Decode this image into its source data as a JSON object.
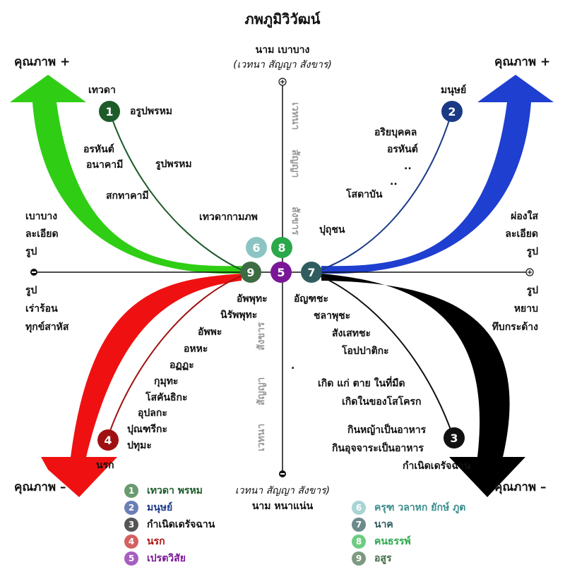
{
  "title": "ภพภูมิวิวัฒน์",
  "quality_plus": "คุณภาพ +",
  "quality_minus": "คุณภาพ –",
  "top_axis": {
    "line1": "นาม เบาบาง",
    "line2": "(เวทนา สัญญา สังขาร)"
  },
  "bottom_axis": {
    "line1": "เวทนา สัญญา สังขาร)",
    "line2": "นาม หนาแน่น"
  },
  "vertical_labels_top": [
    "เวทนา",
    "สัญญา",
    "สังขาร"
  ],
  "vertical_labels_bottom": [
    "สังขาร",
    "สัญญา",
    "เวทนา"
  ],
  "left_top_side": [
    "เบาบาง",
    "ละเอียด",
    "รูป"
  ],
  "right_top_side": [
    "ผ่องใส",
    "ละเอียด",
    "รูป"
  ],
  "left_bottom_side": [
    "รูป",
    "เร่าร้อน",
    "ทุกข์สาหัส"
  ],
  "right_bottom_side": [
    "รูป",
    "หยาบ",
    "ทึบกระด้าง"
  ],
  "deva_branch": {
    "name": "เทวดา",
    "items": [
      "อรูปพรหม",
      "อรหันต์",
      "อนาคามี",
      "รูปพรหม",
      "สกทาคามี",
      "เทวดากามภพ"
    ]
  },
  "human_branch": {
    "name": "มนุษย์",
    "items": [
      "อริยบุคคล",
      "อรหันต์",
      "..",
      "..",
      "โสดาบัน",
      "ปุถุชน"
    ]
  },
  "hell_branch": {
    "name": "นรก",
    "items": [
      "อัพพุทะ",
      "นิรัพพุทะ",
      "อัพพะ",
      "อหหะ",
      "อฏฏะ",
      "กุมุทะ",
      "โสคันธิกะ",
      "อุปลกะ",
      "ปุณฑรีกะ",
      "ปทุมะ"
    ]
  },
  "animal_branch": {
    "name": "กำเนิดเดรัจฉาน",
    "items": [
      "อัญฑชะ",
      "ชลาพุชะ",
      "สังเสทชะ",
      "โอปปาติกะ",
      "เกิด แก่ ตาย ในที่มืด",
      "เกิดในของโสโครก",
      "กินหญ้าเป็นอาหาร",
      "กินอุจจาระเป็นอาหาร"
    ]
  },
  "nodes": [
    {
      "num": "1",
      "color": "#1d5b2a"
    },
    {
      "num": "2",
      "color": "#1a3a86"
    },
    {
      "num": "3",
      "color": "#111111"
    },
    {
      "num": "4",
      "color": "#a01010"
    },
    {
      "num": "5",
      "color": "#7a1797"
    },
    {
      "num": "6",
      "color": "#8cc4c4"
    },
    {
      "num": "7",
      "color": "#2f5c5e"
    },
    {
      "num": "8",
      "color": "#2aa84a"
    },
    {
      "num": "9",
      "color": "#3d6b44"
    }
  ],
  "colors": {
    "arrow_green": "#2fce14",
    "arrow_blue": "#1e3fd0",
    "arrow_red": "#ef1111",
    "arrow_black": "#000000"
  },
  "legend_left": [
    {
      "num": "1",
      "label": "เทวดา พรหม",
      "dot": "#6a9a6f",
      "text_color": "#1d5b2a"
    },
    {
      "num": "2",
      "label": "มนุษย์",
      "dot": "#6b7fb6",
      "text_color": "#1a3a86"
    },
    {
      "num": "3",
      "label": "กำเนิดเดรัจฉาน",
      "dot": "#555555",
      "text_color": "#111111"
    },
    {
      "num": "4",
      "label": "นรก",
      "dot": "#d46060",
      "text_color": "#b01010"
    },
    {
      "num": "5",
      "label": "เปรตวิสัย",
      "dot": "#a65ec0",
      "text_color": "#7a1797"
    }
  ],
  "legend_right": [
    {
      "num": "6",
      "label": "ครุฑ วลาหก ยักษ์ ภูต",
      "dot": "#a8d4d4",
      "text_color": "#3d8e8e"
    },
    {
      "num": "7",
      "label": "นาค",
      "dot": "#6d8a8c",
      "text_color": "#2f5c5e"
    },
    {
      "num": "8",
      "label": "คนธรรพ์",
      "dot": "#6dcc82",
      "text_color": "#2aa84a"
    },
    {
      "num": "9",
      "label": "อสูร",
      "dot": "#7d9a80",
      "text_color": "#3d6b44"
    }
  ]
}
